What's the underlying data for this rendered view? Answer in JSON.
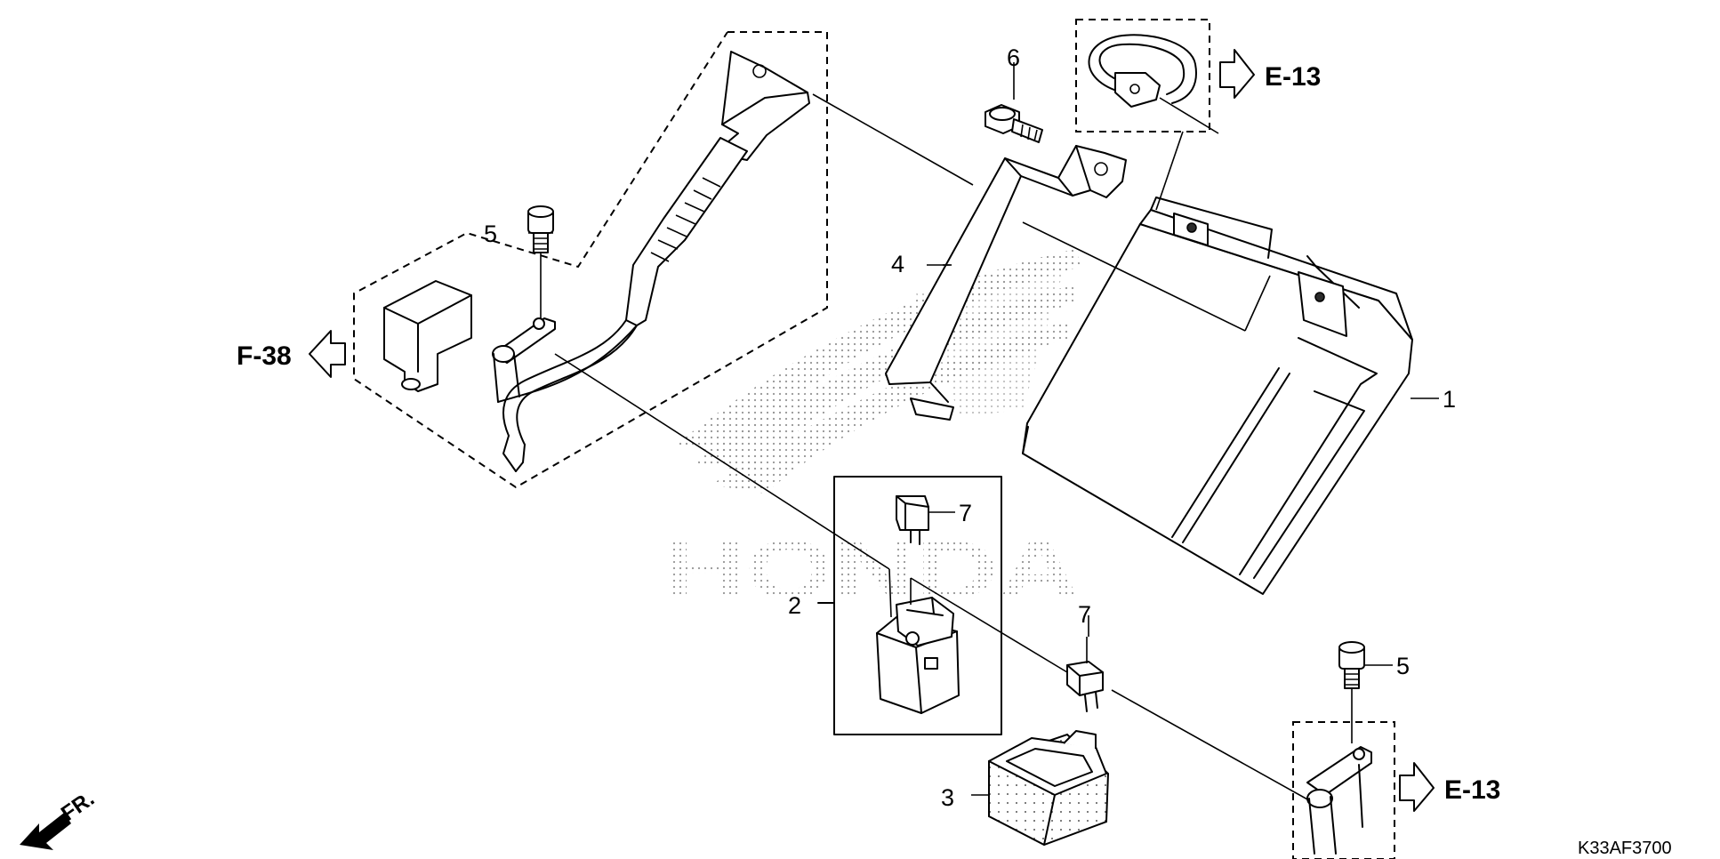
{
  "callouts": {
    "battery": "1",
    "relay": "2",
    "relay_cover": "3",
    "battery_band": "4",
    "bolt_upper": "5",
    "bolt_lower": "5",
    "flange_bolt": "6",
    "fuse_upper": "7",
    "fuse_lower": "7"
  },
  "references": {
    "f38": "F-38",
    "e13_top": "E-13",
    "e13_bottom": "E-13"
  },
  "front_indicator": "FR.",
  "diagram_code": "K33AF3700",
  "watermark": "HONDA"
}
